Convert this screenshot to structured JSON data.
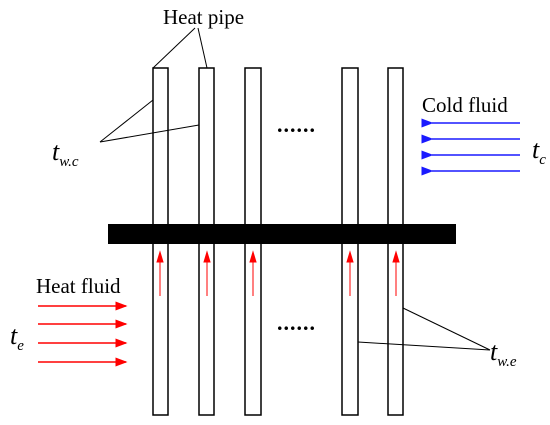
{
  "labels": {
    "heat_pipe": "Heat pipe",
    "cold_fluid": "Cold fluid",
    "heat_fluid": "Heat fluid",
    "t_wc_main": "t",
    "t_wc_sub": "w.c",
    "t_c_main": "t",
    "t_c_sub": "c",
    "t_e_main": "t",
    "t_e_sub": "e",
    "t_we_main": "t",
    "t_we_sub": "w.e",
    "dots_top": "......",
    "dots_bottom": "......"
  },
  "colors": {
    "cold_arrow": "#1a1aff",
    "heat_arrow": "#ff0000",
    "inner_flow_arrow": "#ff0000",
    "separator": "#000000",
    "pipe_outline": "#000000"
  },
  "pipes": {
    "count": 5
  },
  "cold_fluid_arrows": {
    "count": 4,
    "direction": "left"
  },
  "heat_fluid_arrows": {
    "count": 4,
    "direction": "right"
  },
  "inner_flow": {
    "direction": "up"
  }
}
